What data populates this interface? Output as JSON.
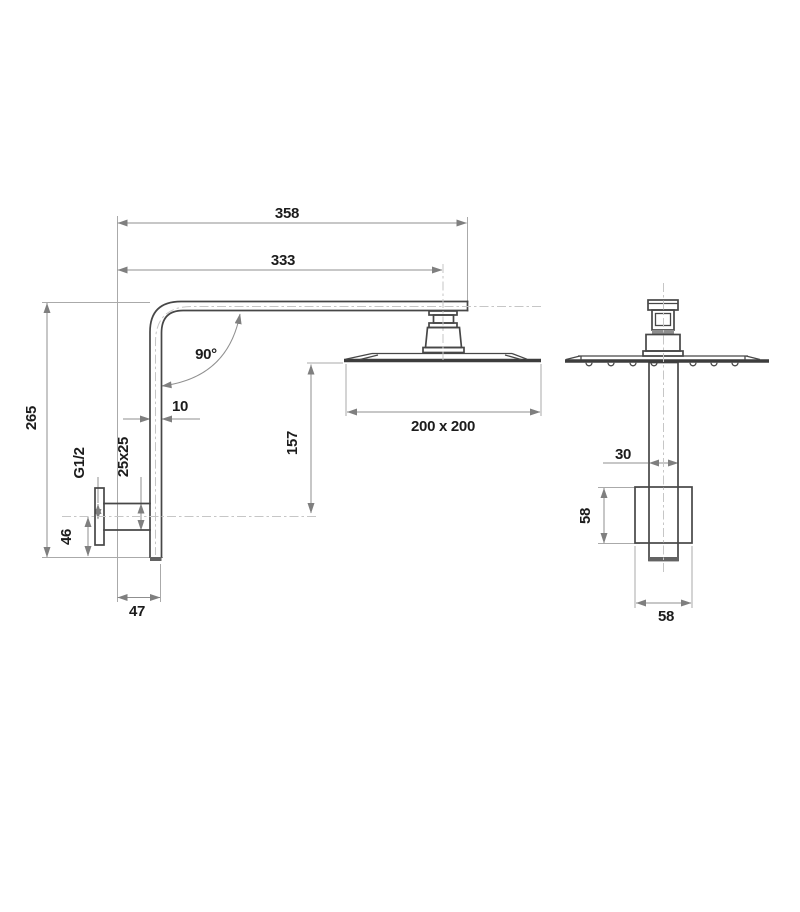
{
  "drawing": {
    "title": "shower-rail-technical-drawing",
    "labels": {
      "overall_width": "358",
      "width_to_head_center": "333",
      "bend_angle": "90°",
      "arm_thickness": "10",
      "head_drop": "157",
      "head_size": "200 x 200",
      "overall_height": "265",
      "inlet_thread": "G1/2",
      "inlet_square": "25x25",
      "inlet_offset": "46",
      "wall_offset": "47",
      "arm_profile_width": "30",
      "flange_height": "58",
      "flange_width": "58"
    },
    "colors": {
      "background": "#ffffff",
      "object_line": "#474747",
      "thick_line": "#3d3d3d",
      "dimension_line": "#8f8f8f",
      "extension_line": "#aaaaaa",
      "centerline": "#c6c6c6",
      "text": "#1c1c1c"
    }
  }
}
